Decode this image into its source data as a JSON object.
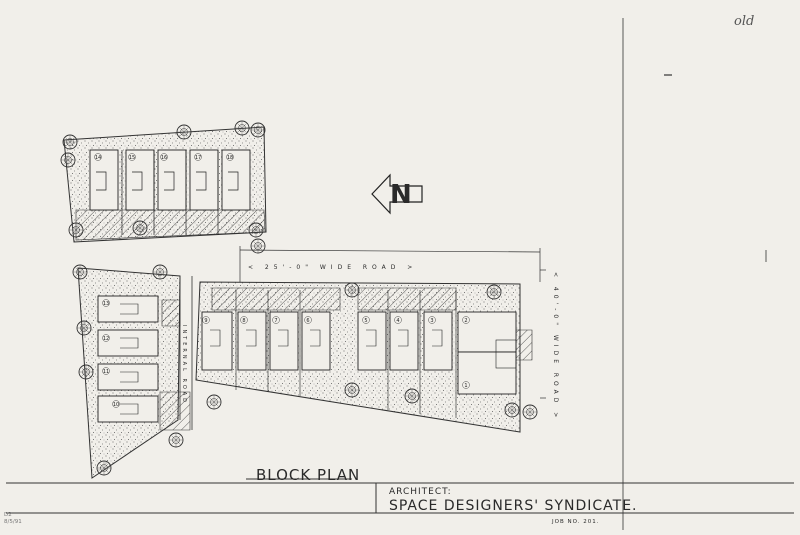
{
  "drawing": {
    "title": "BLOCK PLAN",
    "architect_label": "ARCHITECT:",
    "architect_name": "SPACE DESIGNERS' SYNDICATE.",
    "job_no": "JOB NO. 201.",
    "corner_note": "old",
    "stamp_note": "D2\n8/5/91"
  },
  "labels": {
    "top_road": "< 25'-0\" WIDE ROAD >",
    "right_road": "< 40'-0\" WIDE ROAD >",
    "internal_road": "INTERNAL ROAD",
    "north": "N"
  },
  "plots": [
    "1",
    "2",
    "3",
    "4",
    "5",
    "6",
    "7",
    "8",
    "9",
    "10",
    "11",
    "12",
    "13",
    "14",
    "15",
    "16",
    "17",
    "18"
  ]
}
